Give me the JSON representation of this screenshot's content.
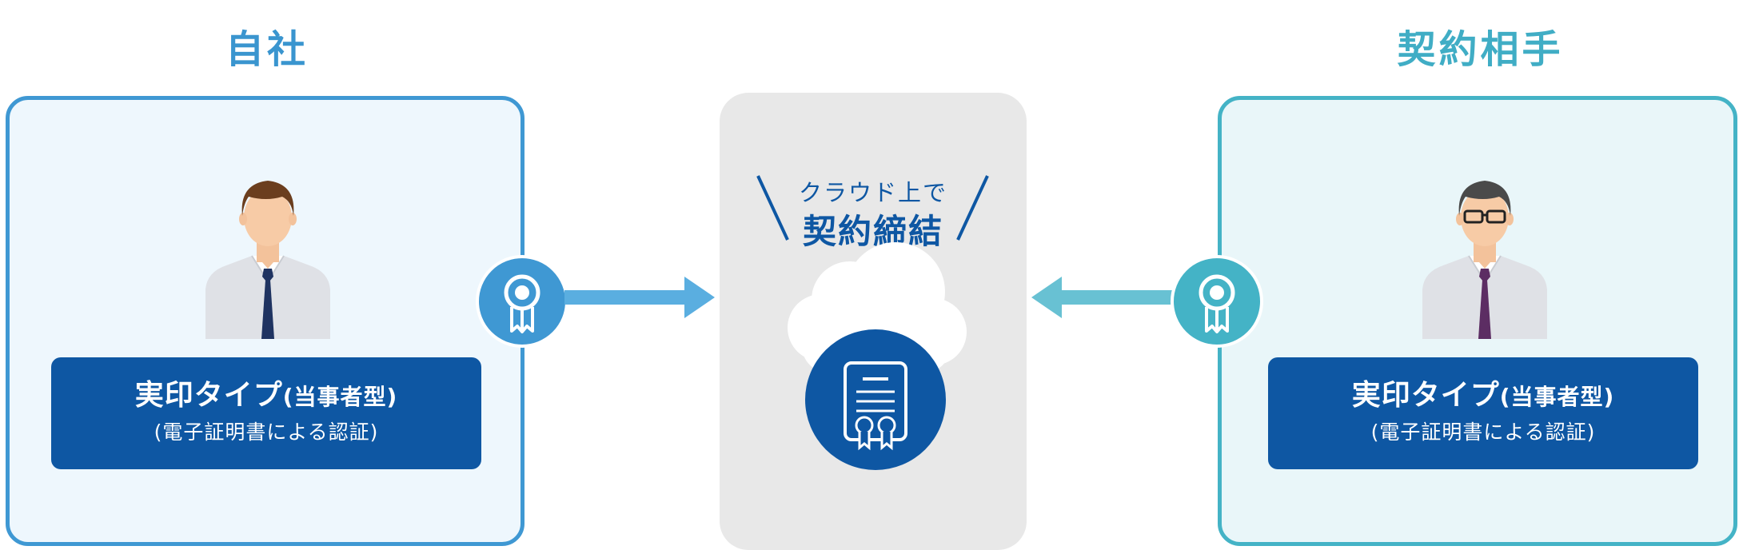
{
  "left_party": {
    "title": "自社",
    "badge_main": "実印タイプ",
    "badge_paren": "(当事者型)",
    "badge_sub": "(電子証明書による認証)"
  },
  "right_party": {
    "title": "契約相手",
    "badge_main": "実印タイプ",
    "badge_paren": "(当事者型)",
    "badge_sub": "(電子証明書による認証)"
  },
  "center": {
    "small_caption": "クラウド上で",
    "big_caption": "契約締結"
  },
  "colors": {
    "left_accent": "#3f98d3",
    "right_accent": "#44b3c6",
    "navy": "#0e57a3",
    "center_bg": "#e8e8e8"
  },
  "icons": [
    "person-icon",
    "person-with-glasses-icon",
    "certificate-seal-icon",
    "cloud-icon",
    "document-certificate-icon",
    "arrow-right-icon",
    "arrow-left-icon"
  ]
}
